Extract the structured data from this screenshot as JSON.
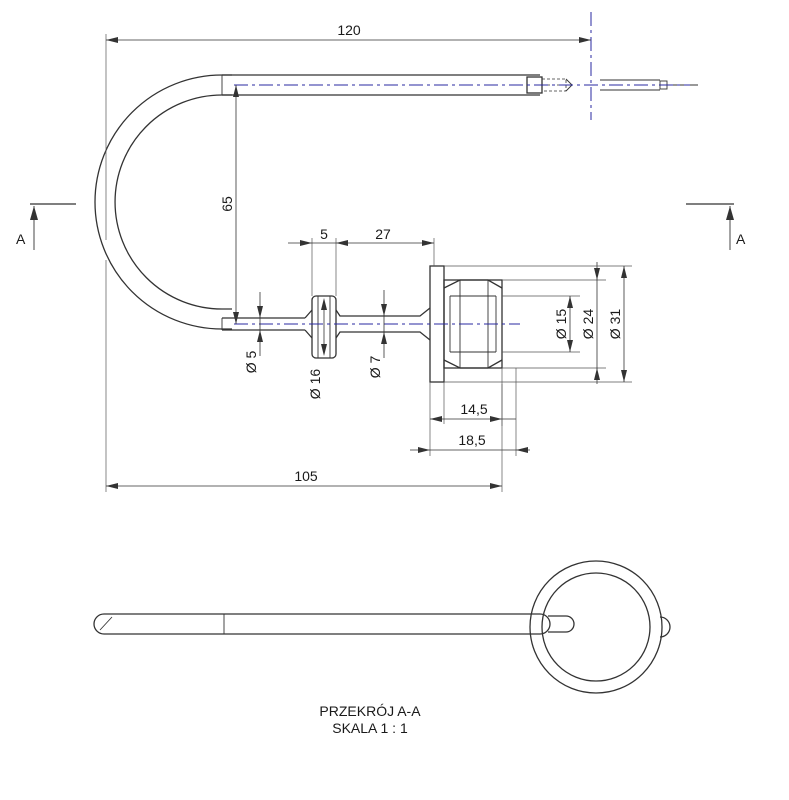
{
  "dimensions": {
    "overall_length": "120",
    "loop_height": "65",
    "collar_width": "5",
    "collar_to_flange": "27",
    "rod_diameter": "Ø 5",
    "collar_diameter": "Ø 16",
    "neck_diameter": "Ø 7",
    "bore_diameter": "Ø 15",
    "sleeve_diameter": "Ø 24",
    "flange_diameter": "Ø 31",
    "sleeve_length": "14,5",
    "body_length": "18,5",
    "rod_length": "105"
  },
  "section_marker": {
    "left_letter": "A",
    "right_letter": "A"
  },
  "section_view": {
    "title": "PRZEKRÓJ A-A",
    "scale": "SKALA 1 : 1"
  },
  "colors": {
    "centerline": "#2a2aa0",
    "outline": "#333333"
  }
}
